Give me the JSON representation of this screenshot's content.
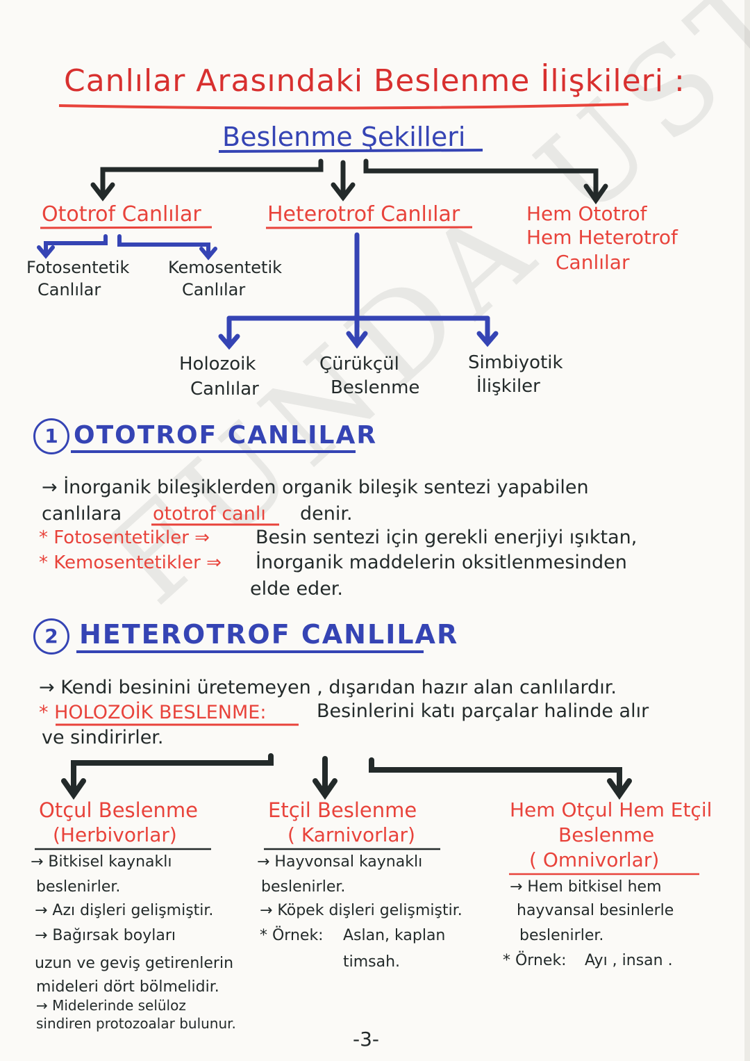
{
  "title": "Canlılar Arasındaki Beslenme İlişkileri :",
  "subtitle": "Beslenme Şekilleri",
  "tree": {
    "ototrof": "Ototrof Canlılar",
    "heterotrof": "Heterotrof Canlılar",
    "hem": [
      "Hem Ototrof",
      "Hem Heterotrof",
      "Canlılar"
    ],
    "fotosentetik": [
      "Fotosentetik",
      "Canlılar"
    ],
    "kemosentetik": [
      "Kemosentetik",
      "Canlılar"
    ],
    "holozoik": [
      "Holozoik",
      "Canlılar"
    ],
    "curukcul": [
      "Çürükçül",
      "Beslenme"
    ],
    "simbiyotik": [
      "Simbiyotik",
      "İlişkiler"
    ]
  },
  "section1": {
    "number": "1",
    "heading": "OTOTROF CANLILAR",
    "line1": "→ İnorganik bileşiklerden organik bileşik sentezi yapabilen",
    "line2_a": "canlılara",
    "line2_b": "ototrof canlı",
    "line2_c": "denir.",
    "foto_label": "* Fotosentetikler ⇒",
    "foto_text": "Besin sentezi için gerekli enerjiyi ışıktan,",
    "kemo_label": "* Kemosentetikler ⇒",
    "kemo_text": "İnorganik maddelerin oksitlenmesinden",
    "kemo_text2": "elde eder."
  },
  "section2": {
    "number": "2",
    "heading": "HETEROTROF CANLILAR",
    "line1": "→ Kendi besinini üretemeyen , dışarıdan hazır alan canlılardır.",
    "holo_label": "* HOLOZOİK BESLENME:",
    "holo_text": "Besinlerini katı parçalar halinde alır",
    "holo_text2": "ve sindirirler."
  },
  "columns": {
    "otcul": {
      "title": "Otçul Beslenme",
      "sub": "(Herbivorlar)",
      "lines": [
        "→ Bitkisel kaynaklı",
        "beslenirler.",
        "→ Azı dişleri gelişmiştir.",
        "→ Bağırsak boyları",
        "uzun ve geviş getirenlerin",
        "mideleri dört bölmelidir.",
        "→ Midelerinde selüloz",
        "sindiren protozoalar bulunur."
      ]
    },
    "etcil": {
      "title": "Etçil Beslenme",
      "sub": "( Karnivorlar)",
      "lines": [
        "→ Hayvonsal kaynaklı",
        "beslenirler.",
        "→ Köpek dişleri gelişmiştir."
      ],
      "ornek_label": "* Örnek:",
      "ornek": "Aslan, kaplan",
      "ornek2": "timsah."
    },
    "hem": {
      "title": "Hem Otçul Hem Etçil",
      "title2": "Beslenme",
      "sub": "( Omnivorlar)",
      "lines": [
        "→ Hem bitkisel hem",
        "hayvansal besinlerle",
        "beslenirler."
      ],
      "ornek_label": "* Örnek:",
      "ornek": "Ayı , insan ."
    }
  },
  "page_number": "-3-",
  "watermark": "FUNDA USTA",
  "colors": {
    "red": "#e8433b",
    "blue": "#3544b4",
    "dark": "#232a2a"
  }
}
